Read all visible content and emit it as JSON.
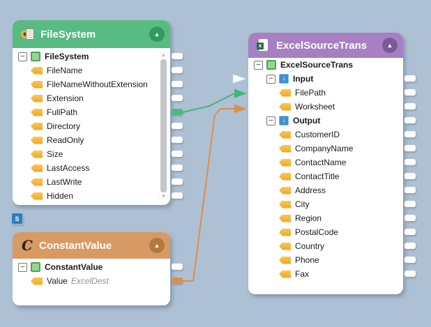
{
  "canvas": {
    "background": "#aec0d3"
  },
  "icons": {
    "collapse_glyph": "▲",
    "expander_glyph": "−",
    "io_arrow_glyph": "↓",
    "excel_x_glyph": "x",
    "constant_c_glyph": "C"
  },
  "badge": {
    "label": "S"
  },
  "nodes": [
    {
      "title": "FileSystem",
      "type_icon": "file-document-icon",
      "colors": {
        "header": "#57bb82",
        "button": "#2f9b63"
      },
      "rows": [
        {
          "label": "FileSystem",
          "icon": "node",
          "expander": true,
          "bold": true,
          "indent": 0,
          "port": "white"
        },
        {
          "label": "FileName",
          "icon": "tag",
          "indent": 1,
          "port": "white"
        },
        {
          "label": "FileNameWithoutExtension",
          "icon": "tag",
          "indent": 1,
          "port": "white"
        },
        {
          "label": "Extension",
          "icon": "tag",
          "indent": 1,
          "port": "white"
        },
        {
          "label": "FullPath",
          "icon": "tag",
          "indent": 1,
          "port": "green"
        },
        {
          "label": "Directory",
          "icon": "tag",
          "indent": 1,
          "port": "white"
        },
        {
          "label": "ReadOnly",
          "icon": "tag",
          "indent": 1,
          "port": "white"
        },
        {
          "label": "Size",
          "icon": "tag",
          "indent": 1,
          "port": "white"
        },
        {
          "label": "LastAccess",
          "icon": "tag",
          "indent": 1,
          "port": "white"
        },
        {
          "label": "LastWrite",
          "icon": "tag",
          "indent": 1,
          "port": "white"
        },
        {
          "label": "Hidden",
          "icon": "tag",
          "indent": 1,
          "port": "white"
        }
      ]
    },
    {
      "title": "ExcelSourceTrans",
      "type_icon": "excel-file-icon",
      "colors": {
        "header": "#a77fc3",
        "button": "#7b5a96"
      },
      "rows": [
        {
          "label": "ExcelSourceTrans",
          "icon": "node",
          "expander": true,
          "bold": true,
          "indent": 0,
          "port": "none"
        },
        {
          "label": "Input",
          "icon": "io",
          "expander": true,
          "bold": true,
          "indent": 1,
          "port": "white"
        },
        {
          "label": "FilePath",
          "icon": "tag",
          "indent": 2,
          "port": "white"
        },
        {
          "label": "Worksheet",
          "icon": "tag",
          "indent": 2,
          "port": "white"
        },
        {
          "label": "Output",
          "icon": "io",
          "expander": true,
          "bold": true,
          "indent": 1,
          "port": "white"
        },
        {
          "label": "CustomerID",
          "icon": "tag",
          "indent": 2,
          "port": "white"
        },
        {
          "label": "CompanyName",
          "icon": "tag",
          "indent": 2,
          "port": "white"
        },
        {
          "label": "ContactName",
          "icon": "tag",
          "indent": 2,
          "port": "white"
        },
        {
          "label": "ContactTitle",
          "icon": "tag",
          "indent": 2,
          "port": "white"
        },
        {
          "label": "Address",
          "icon": "tag",
          "indent": 2,
          "port": "white"
        },
        {
          "label": "City",
          "icon": "tag",
          "indent": 2,
          "port": "white"
        },
        {
          "label": "Region",
          "icon": "tag",
          "indent": 2,
          "port": "white"
        },
        {
          "label": "PostalCode",
          "icon": "tag",
          "indent": 2,
          "port": "white"
        },
        {
          "label": "Country",
          "icon": "tag",
          "indent": 2,
          "port": "white"
        },
        {
          "label": "Phone",
          "icon": "tag",
          "indent": 2,
          "port": "white"
        },
        {
          "label": "Fax",
          "icon": "tag",
          "indent": 2,
          "port": "white"
        }
      ]
    },
    {
      "title": "ConstantValue",
      "type_icon": "italic-c-icon",
      "colors": {
        "header": "#d89a64",
        "button": "#b3783f"
      },
      "rows": [
        {
          "label": "ConstantValue",
          "icon": "node",
          "expander": true,
          "bold": true,
          "indent": 0,
          "port": "white"
        },
        {
          "label": "Value",
          "icon": "tag",
          "indent": 1,
          "note": "ExcelDest",
          "port": "orange"
        }
      ]
    }
  ],
  "connections": {
    "green_line": "#3eb878",
    "orange_line": "#dd8e4b",
    "white_arrow": "#ffffff",
    "port_green": "#4cba7c",
    "port_orange": "#dd8e4b"
  }
}
